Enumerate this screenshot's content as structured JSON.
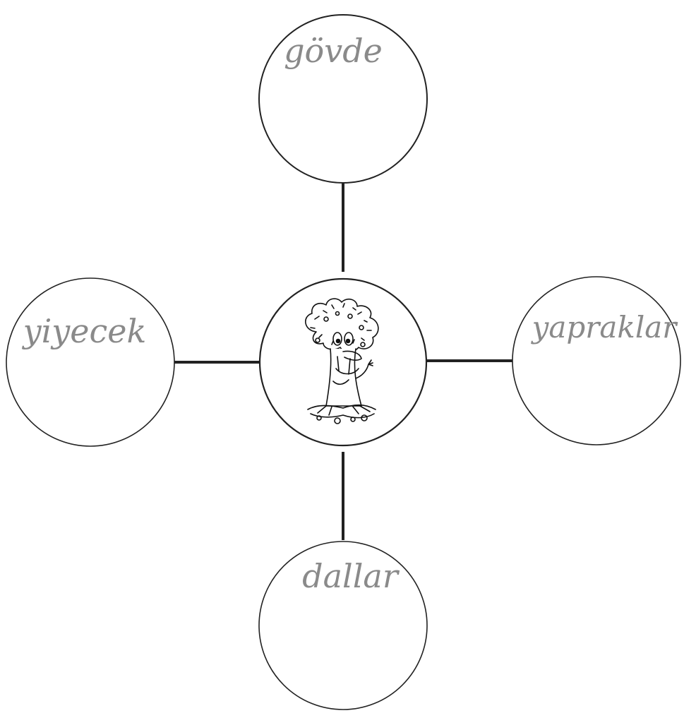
{
  "diagram": {
    "center": {
      "icon": "tree-character-icon"
    },
    "nodes": [
      {
        "id": "top",
        "label": "gövde"
      },
      {
        "id": "left",
        "label": "yiyecek"
      },
      {
        "id": "right",
        "label": "yapraklar"
      },
      {
        "id": "bottom",
        "label": "dallar"
      }
    ]
  },
  "colors": {
    "stroke": "#222222",
    "handwriting": "#8a8a8a",
    "background": "#ffffff"
  }
}
